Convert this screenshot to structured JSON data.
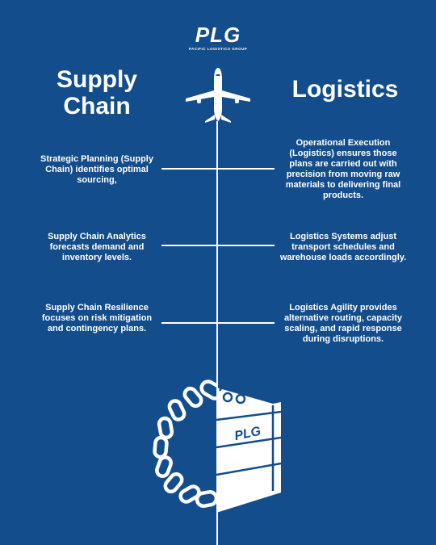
{
  "logo": {
    "mark": "PLG",
    "subtitle": "PACIFIC LOGISTICS GROUP"
  },
  "headings": {
    "left": "Supply Chain",
    "right": "Logistics"
  },
  "rows": [
    {
      "left": "Strategic Planning (Supply Chain) identifies optimal sourcing,",
      "right": "Operational Execution (Logistics) ensures those plans are carried out with precision from moving raw materials to delivering final products."
    },
    {
      "left": "Supply Chain Analytics forecasts demand and inventory levels.",
      "right": "Logistics Systems adjust transport schedules and warehouse loads accordingly."
    },
    {
      "left": "Supply Chain Resilience focuses on risk mitigation and contingency plans.",
      "right": "Logistics Agility provides alternative routing, capacity scaling, and rapid response during disruptions."
    }
  ],
  "icons": {
    "plane": "airplane-icon",
    "chain": "chain-icon",
    "crate": "crate-icon"
  },
  "crate_label": "PLG",
  "colors": {
    "background": "#134d8c",
    "foreground": "#ffffff"
  }
}
